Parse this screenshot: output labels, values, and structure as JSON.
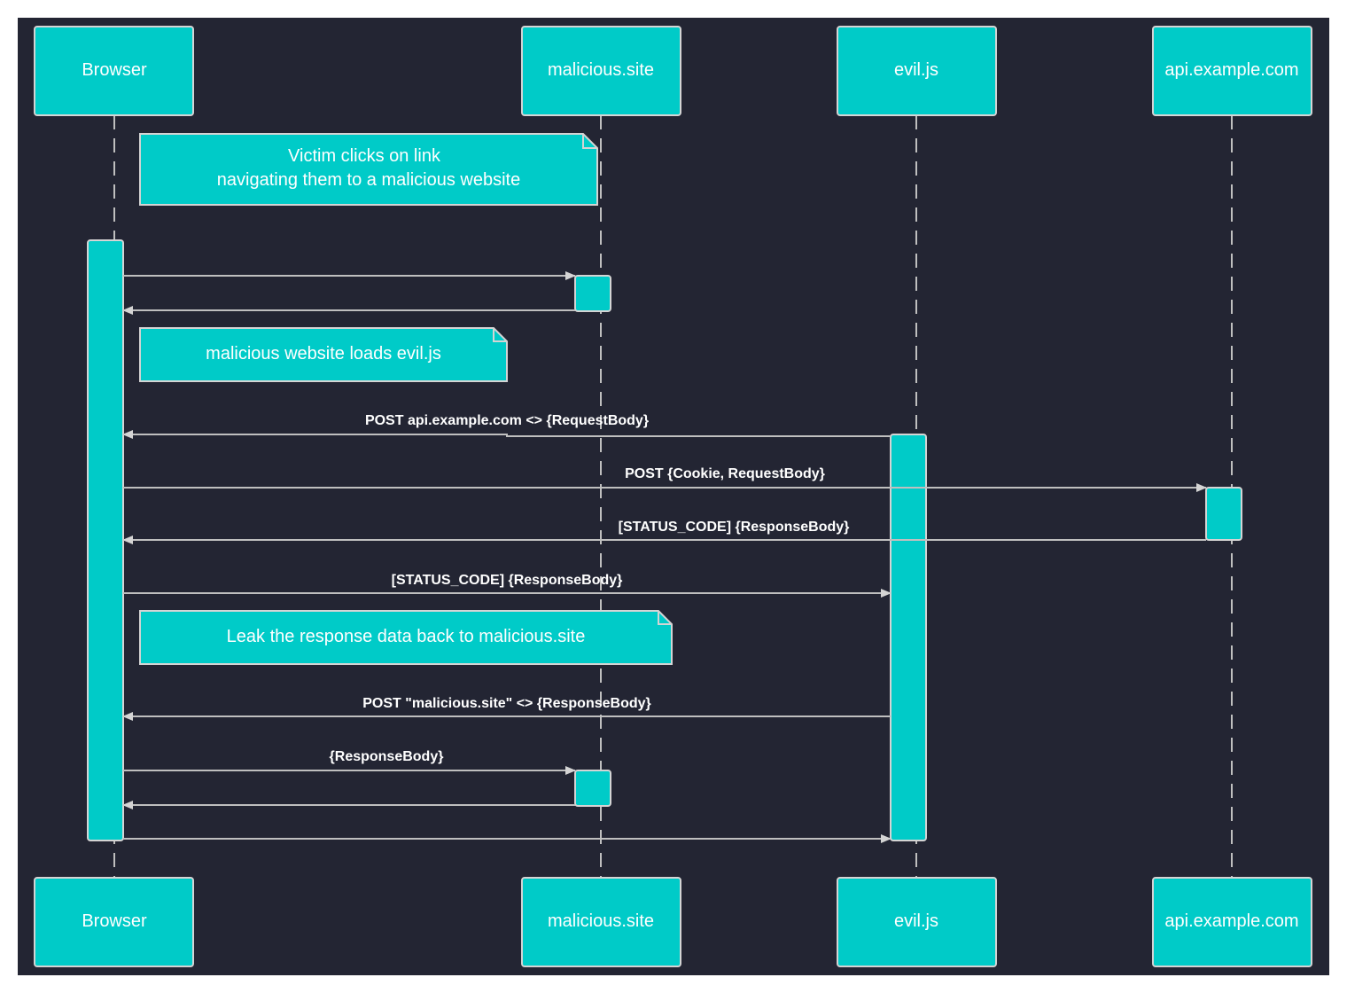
{
  "participants": [
    {
      "id": "browser",
      "label": "Browser"
    },
    {
      "id": "malicious",
      "label": "malicious.site"
    },
    {
      "id": "evil",
      "label": "evil.js"
    },
    {
      "id": "api",
      "label": "api.example.com"
    }
  ],
  "notes": [
    {
      "id": "note-victim",
      "lines": [
        "Victim clicks on link",
        "navigating them to a malicious website"
      ]
    },
    {
      "id": "note-loads",
      "lines": [
        "malicious website loads evil.js"
      ]
    },
    {
      "id": "note-leak",
      "lines": [
        "Leak the response data back to malicious.site"
      ]
    }
  ],
  "messages": [
    {
      "id": "m1",
      "from": "browser",
      "to": "malicious",
      "label": ""
    },
    {
      "id": "m2",
      "from": "malicious",
      "to": "browser",
      "label": ""
    },
    {
      "id": "m3",
      "from": "evil",
      "to": "browser",
      "label": "POST api.example.com <> {RequestBody}"
    },
    {
      "id": "m4",
      "from": "browser",
      "to": "api",
      "label": "POST {Cookie, RequestBody}"
    },
    {
      "id": "m5",
      "from": "api",
      "to": "browser",
      "label": "[STATUS_CODE] {ResponseBody}"
    },
    {
      "id": "m6",
      "from": "browser",
      "to": "evil",
      "label": "[STATUS_CODE] {ResponseBody}"
    },
    {
      "id": "m7",
      "from": "evil",
      "to": "browser",
      "label": "POST \"malicious.site\" <> {ResponseBody}"
    },
    {
      "id": "m8",
      "from": "browser",
      "to": "malicious",
      "label": "{ResponseBody}"
    },
    {
      "id": "m9",
      "from": "malicious",
      "to": "browser",
      "label": ""
    },
    {
      "id": "m10",
      "from": "browser",
      "to": "evil",
      "label": ""
    }
  ],
  "colors": {
    "background": "#232533",
    "box": "#00cbc8",
    "border": "#d4d4d4",
    "line": "#bfbfbf",
    "text": "#ffffff"
  }
}
